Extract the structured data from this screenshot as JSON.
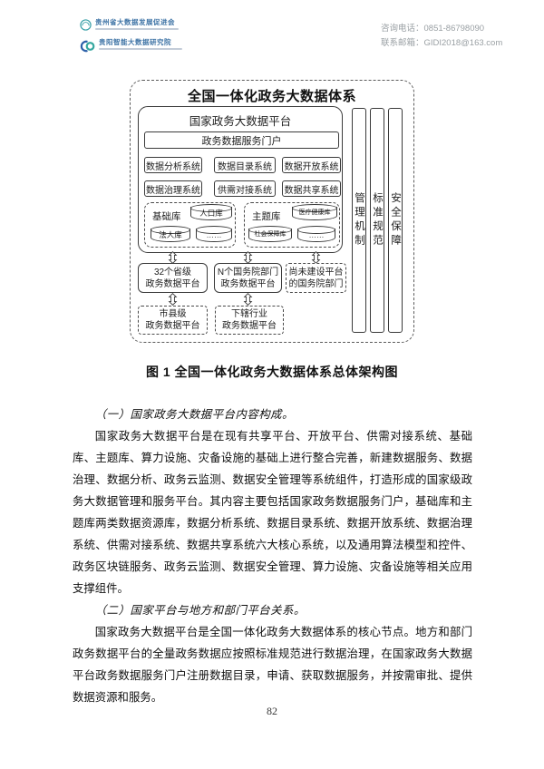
{
  "header": {
    "logos": [
      {
        "name": "贵州省大数据发展促进会"
      },
      {
        "name": "贵阳智能大数据研究院"
      }
    ],
    "contact": {
      "phone": "咨询电话：0851-86798090",
      "email": "联系邮箱：GIDI2018@163.com"
    }
  },
  "diagram": {
    "title": "全国一体化政务大数据体系",
    "platform": {
      "title": "国家政务大数据平台",
      "portal": "政务数据服务门户",
      "systems": [
        "数据分析系统",
        "数据目录系统",
        "数据开放系统",
        "数据治理系统",
        "供需对接系统",
        "数据共享系统"
      ],
      "base_library": {
        "label": "基础库",
        "databases": [
          "人口库",
          "法人库",
          "……"
        ]
      },
      "theme_library": {
        "label": "主题库",
        "databases": [
          "医疗健康库",
          "社会保障库",
          "……"
        ]
      }
    },
    "pillars": [
      "管理机制",
      "标准规范",
      "安全保障"
    ],
    "mid_nodes": [
      {
        "line1": "32个省级",
        "line2": "政务数据平台"
      },
      {
        "line1": "N个国务院部门",
        "line2": "政务数据平台"
      },
      {
        "line1": "尚未建设平台",
        "line2": "的国务院部门"
      }
    ],
    "bottom_nodes": [
      {
        "line1": "市县级",
        "line2": "政务数据平台"
      },
      {
        "line1": "下辖行业",
        "line2": "政务数据平台"
      }
    ]
  },
  "figure_caption": "图 1 全国一体化政务大数据体系总体架构图",
  "body": {
    "heading1": "（一）国家政务大数据平台内容构成。",
    "para1": "国家政务大数据平台是在现有共享平台、开放平台、供需对接系统、基础库、主题库、算力设施、灾备设施的基础上进行整合完善，新建数据服务、数据治理、数据分析、政务云监测、数据安全管理等系统组件，打造形成的国家级政务大数据管理和服务平台。其内容主要包括国家政务数据服务门户，基础库和主题库两类数据资源库，数据分析系统、数据目录系统、数据开放系统、数据治理系统、供需对接系统、数据共享系统六大核心系统，以及通用算法模型和控件、政务区块链服务、政务云监测、数据安全管理、算力设施、灾备设施等相关应用支撑组件。",
    "heading2": "（二）国家平台与地方和部门平台关系。",
    "para2": "国家政务大数据平台是全国一体化政务大数据体系的核心节点。地方和部门政务数据平台的全量政务数据应按照标准规范进行数据治理，在国家政务大数据平台政务数据服务门户注册数据目录，申请、获取数据服务，并按需审批、提供数据资源和服务。"
  },
  "page_number": "82",
  "colors": {
    "logo_blue": "#3f74a6",
    "logo_teal": "#35a79f",
    "contact_gray": "#9aa0a4",
    "line_dark": "#3a3a3a"
  }
}
